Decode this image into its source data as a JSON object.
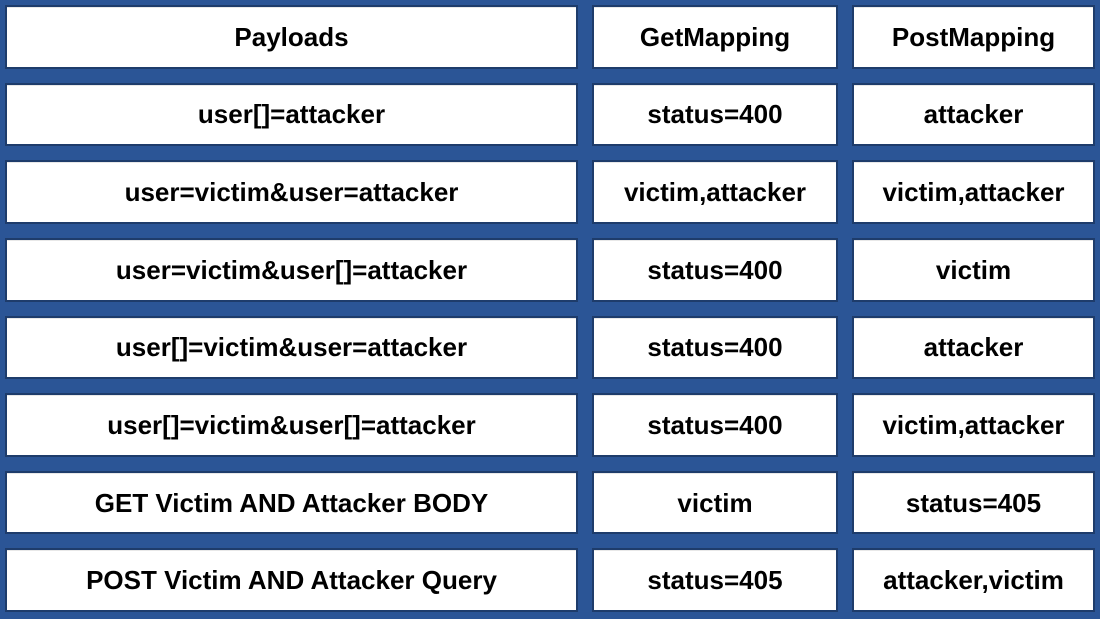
{
  "chart_data": {
    "type": "table",
    "columns": [
      "Payloads",
      "GetMapping",
      "PostMapping"
    ],
    "rows": [
      [
        "user[]=attacker",
        "status=400",
        "attacker"
      ],
      [
        "user=victim&user=attacker",
        "victim,attacker",
        "victim,attacker"
      ],
      [
        "user=victim&user[]=attacker",
        "status=400",
        "victim"
      ],
      [
        "user[]=victim&user=attacker",
        "status=400",
        "attacker"
      ],
      [
        "user[]=victim&user[]=attacker",
        "status=400",
        "victim,attacker"
      ],
      [
        "GET Victim AND Attacker BODY",
        "victim",
        "status=405"
      ],
      [
        "POST Victim AND Attacker Query",
        "status=405",
        "attacker,victim"
      ]
    ],
    "legend": "none",
    "grid": "cell-borders"
  },
  "colors": {
    "background_blue": "#2b5596",
    "cell_border_navy": "#1e3c6b",
    "cell_background": "#ffffff",
    "text": "#000000"
  }
}
